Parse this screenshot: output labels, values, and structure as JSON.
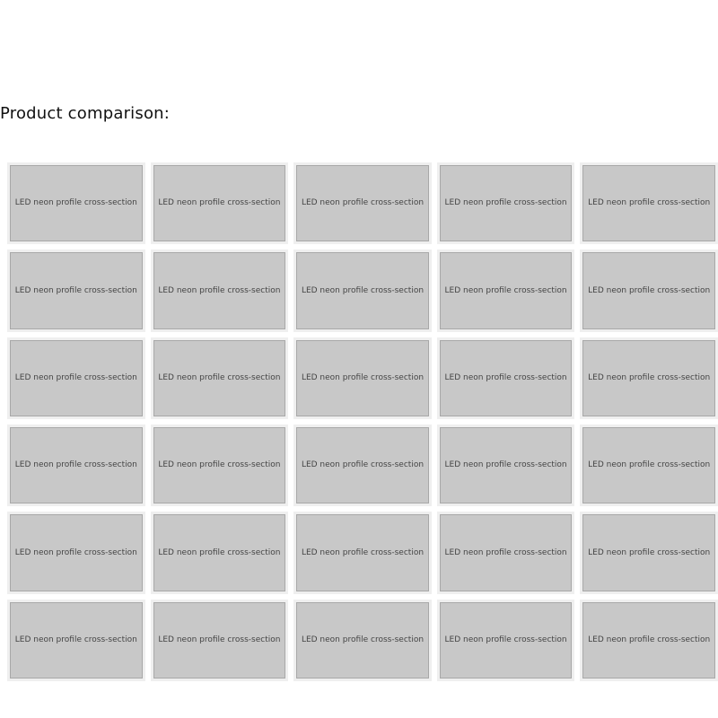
{
  "header": {
    "title": "Product comparison:"
  },
  "grid": {
    "placeholder_label": "LED neon profile cross-section",
    "rows": [
      {
        "cells": [
          {
            "id": "r1c1"
          },
          {
            "id": "r1c2"
          },
          {
            "id": "r1c3"
          },
          {
            "id": "r1c4"
          },
          {
            "id": "r1c5"
          }
        ]
      },
      {
        "cells": [
          {
            "id": "r2c1"
          },
          {
            "id": "r2c2"
          },
          {
            "id": "r2c3"
          },
          {
            "id": "r2c4"
          },
          {
            "id": "r2c5"
          }
        ]
      },
      {
        "cells": [
          {
            "id": "r3c1"
          },
          {
            "id": "r3c2"
          },
          {
            "id": "r3c3"
          },
          {
            "id": "r3c4"
          },
          {
            "id": "r3c5"
          }
        ]
      },
      {
        "cells": [
          {
            "id": "r4c1"
          },
          {
            "id": "r4c2"
          },
          {
            "id": "r4c3"
          },
          {
            "id": "r4c4"
          },
          {
            "id": "r4c5"
          }
        ]
      },
      {
        "cells": [
          {
            "id": "r5c1"
          },
          {
            "id": "r5c2"
          },
          {
            "id": "r5c3"
          },
          {
            "id": "r5c4"
          },
          {
            "id": "r5c5"
          }
        ]
      },
      {
        "cells": [
          {
            "id": "r6c1"
          },
          {
            "id": "r6c2"
          },
          {
            "id": "r6c3"
          },
          {
            "id": "r6c4"
          },
          {
            "id": "r6c5"
          }
        ]
      }
    ]
  }
}
